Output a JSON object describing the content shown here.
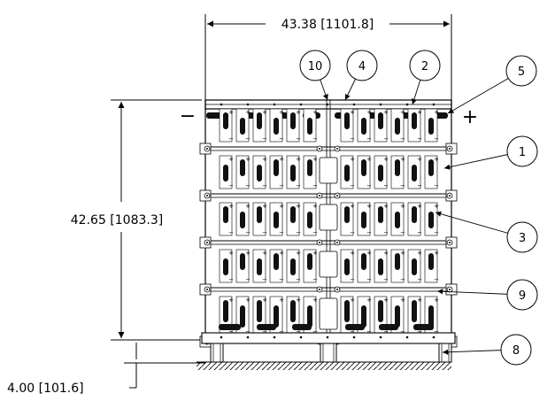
{
  "dimensions": {
    "width": "43.38 [1101.8]",
    "height": "42.65 [1083.3]",
    "base": "4.00 [101.6]"
  },
  "polarity": {
    "negative": "−",
    "positive": "+"
  },
  "callouts": [
    {
      "id": "callout-10",
      "label": "10"
    },
    {
      "id": "callout-4",
      "label": "4"
    },
    {
      "id": "callout-2",
      "label": "2"
    },
    {
      "id": "callout-5",
      "label": "5"
    },
    {
      "id": "callout-1",
      "label": "1"
    },
    {
      "id": "callout-3",
      "label": "3"
    },
    {
      "id": "callout-9",
      "label": "9"
    },
    {
      "id": "callout-8",
      "label": "8"
    }
  ],
  "terminal_marks": {
    "plus": "+",
    "minus": "−"
  }
}
